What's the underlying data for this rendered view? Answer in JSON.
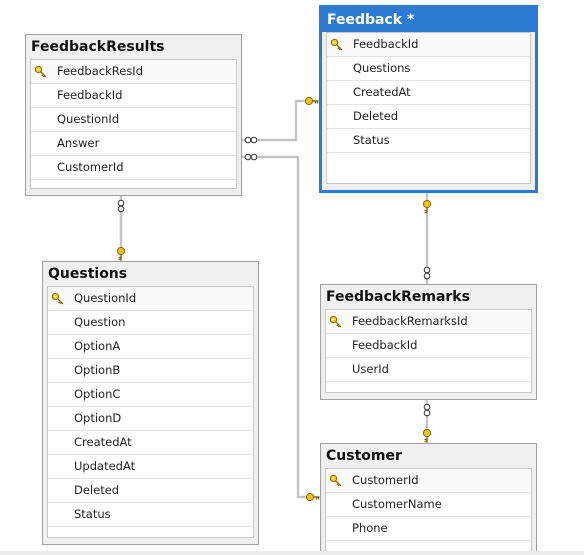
{
  "tables": {
    "feedbackresults": {
      "title": "FeedbackResults",
      "columns": [
        "FeedbackResId",
        "FeedbackId",
        "QuestionId",
        "Answer",
        "CustomerId"
      ],
      "primary_key": "FeedbackResId"
    },
    "feedback": {
      "title": "Feedback *",
      "columns": [
        "FeedbackId",
        "Questions",
        "CreatedAt",
        "Deleted",
        "Status"
      ],
      "primary_key": "FeedbackId",
      "selected": true
    },
    "questions": {
      "title": "Questions",
      "columns": [
        "QuestionId",
        "Question",
        "OptionA",
        "OptionB",
        "OptionC",
        "OptionD",
        "CreatedAt",
        "UpdatedAt",
        "Deleted",
        "Status"
      ],
      "primary_key": "QuestionId"
    },
    "feedbackremarks": {
      "title": "FeedbackRemarks",
      "columns": [
        "FeedbackRemarksId",
        "FeedbackId",
        "UserId"
      ],
      "primary_key": "FeedbackRemarksId"
    },
    "customer": {
      "title": "Customer",
      "columns": [
        "CustomerId",
        "CustomerName",
        "Phone"
      ],
      "primary_key": "CustomerId"
    }
  },
  "relationships": [
    {
      "from": "feedbackresults",
      "to": "feedback",
      "from_end": "many",
      "to_end": "one"
    },
    {
      "from": "feedbackresults",
      "to": "questions",
      "from_end": "many",
      "to_end": "one"
    },
    {
      "from": "feedbackresults",
      "to": "customer",
      "from_end": "many",
      "to_end": "one"
    },
    {
      "from": "feedbackremarks",
      "to": "feedback",
      "from_end": "many",
      "to_end": "one"
    },
    {
      "from": "feedbackremarks",
      "to": "customer",
      "from_end": "many",
      "to_end": "one"
    }
  ],
  "colors": {
    "selected_border": "#2b7bd3",
    "key_icon": "#f2c40f",
    "connector": "#8a8a8a"
  },
  "icons": {
    "primary_key": "key-icon",
    "one_end": "key-icon",
    "many_end": "infinity-icon"
  }
}
